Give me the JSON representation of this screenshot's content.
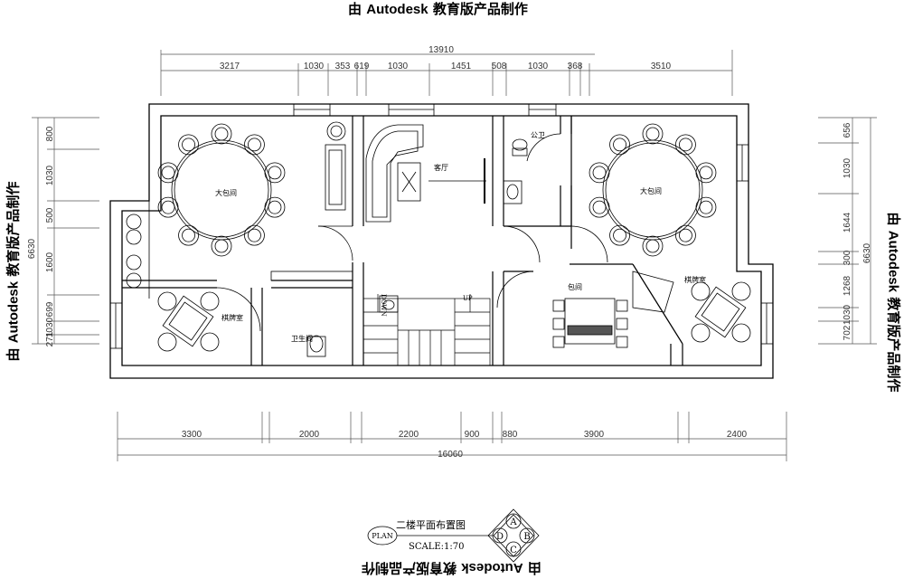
{
  "watermark": {
    "prefix": "由",
    "brand": "Autodesk",
    "suffix": "教育版产品制作"
  },
  "dims_top_total": "13910",
  "dims_top": [
    "3217",
    "1030",
    "353",
    "619",
    "1030",
    "1451",
    "508",
    "1030",
    "368",
    "3510"
  ],
  "dims_bottom_total": "16060",
  "dims_bottom": [
    "3300",
    "2000",
    "2200",
    "900",
    "880",
    "3900",
    "2400"
  ],
  "dims_left_total": "6630",
  "dims_left": [
    "800",
    "1030",
    "500",
    "1600",
    "699",
    "1030",
    "271"
  ],
  "dims_right_total": "6630",
  "dims_right": [
    "656",
    "1030",
    "1644",
    "300",
    "1268",
    "1030",
    "702"
  ],
  "rooms": {
    "big_room_left": "大包间",
    "living": "客厅",
    "toilet_public": "公卫",
    "big_room_right": "大包间",
    "chess_left": "棋牌室",
    "bathroom": "卫生间",
    "private_room": "包间",
    "chess_right": "棋牌室"
  },
  "stairs": {
    "down": "DOWN",
    "up": "UP"
  },
  "title_block": {
    "title": "二楼平面布置图",
    "plan_label": "PLAN",
    "scale": "SCALE:1:70",
    "compass": [
      "A",
      "B",
      "C",
      "D"
    ]
  }
}
